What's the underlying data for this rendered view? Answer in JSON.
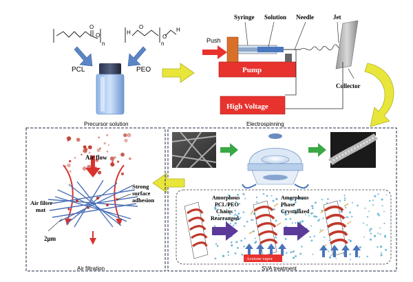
{
  "precursor": {
    "polymer_pcl": "PCL",
    "polymer_peo": "PEO",
    "subscript_n1": "n",
    "subscript_n2": "n",
    "peo_end_h1": "H",
    "peo_end_h2": "H",
    "peo_o1": "O",
    "peo_o2": "O",
    "pcl_o": "O",
    "caption": "Precursor solution"
  },
  "electrospinning": {
    "push": "Push",
    "syringe": "Syringe",
    "solution": "Solution",
    "needle": "Needle",
    "jet": "Jet",
    "pump": "Pump",
    "collector": "Collector",
    "high_voltage": "High Voltage",
    "caption": "Electrospinning"
  },
  "svа_placeholder": "",
  "svа": {
    "amorphous_chains": [
      "Amorphous",
      "PCL/PEO",
      "Chains",
      "Rearranged"
    ],
    "amorphous_phase": [
      "Amorphous",
      "Phase",
      "Crystallized"
    ],
    "acetone_vapor": "Acetone vapor",
    "caption": "SVA treatment"
  },
  "filtration": {
    "air_flow": "Air flow",
    "air_filter_mat": [
      "Air filter",
      "mat"
    ],
    "strong_adhesion": [
      "Strong",
      "surface",
      "adhesion"
    ],
    "scale": "2μm",
    "caption": "Air filtration"
  },
  "colors": {
    "arrow_yellow": "#e8e63a",
    "pump_red": "#e8322e",
    "hv_red": "#e8322e",
    "arrow_green": "#3aa845",
    "arrow_purple": "#5b3a9a",
    "arrow_blue": "#4a74b8",
    "fiber_blue": "#4a6fb5",
    "particle_red": "#c0392b"
  }
}
